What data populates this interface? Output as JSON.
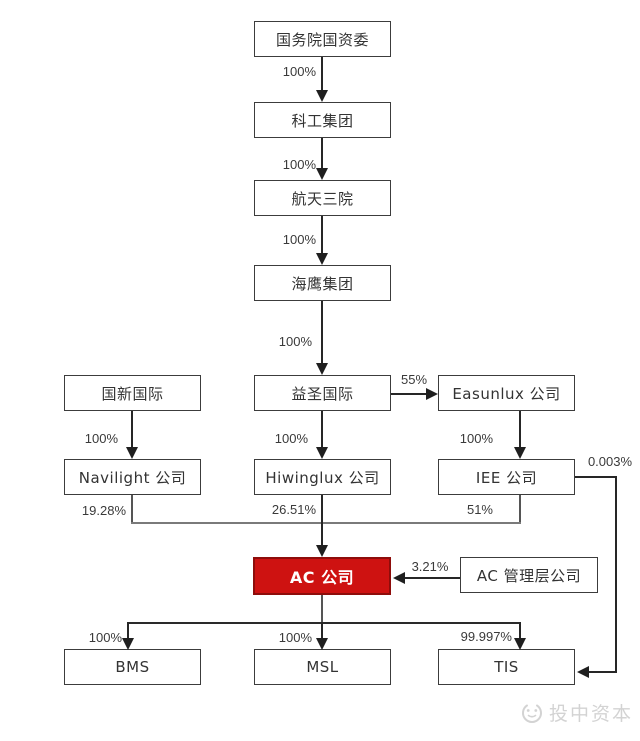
{
  "nodes": {
    "guoziwei": "国务院国资委",
    "kegong": "科工集团",
    "hangtian": "航天三院",
    "haiying": "海鹰集团",
    "guoxin": "国新国际",
    "yisheng": "益圣国际",
    "easunlux": "Easunlux 公司",
    "navilight": "Navilight 公司",
    "hiwinglux": "Hiwinglux 公司",
    "iee": "IEE 公司",
    "ac": "AC 公司",
    "acmgmt": "AC 管理层公司",
    "bms": "BMS",
    "msl": "MSL",
    "tis": "TIS"
  },
  "edges": {
    "guoziwei_kegong": "100%",
    "kegong_hangtian": "100%",
    "hangtian_haiying": "100%",
    "haiying_yisheng": "100%",
    "yisheng_easunlux": "55%",
    "guoxin_navilight": "100%",
    "yisheng_hiwinglux": "100%",
    "easunlux_iee": "100%",
    "navilight_ac": "19.28%",
    "hiwinglux_ac": "26.51%",
    "iee_ac": "51%",
    "acmgmt_ac": "3.21%",
    "iee_tis": "0.003%",
    "ac_bms": "100%",
    "ac_msl": "100%",
    "ac_tis": "99.997%"
  },
  "watermark": {
    "text": "投中资本"
  },
  "colors": {
    "highlight_bg": "#ce1211",
    "highlight_border": "#8e0d0b",
    "box_border": "#3c3c3c",
    "line": "#262626",
    "text": "#333333",
    "watermark": "#d3d3d3"
  }
}
